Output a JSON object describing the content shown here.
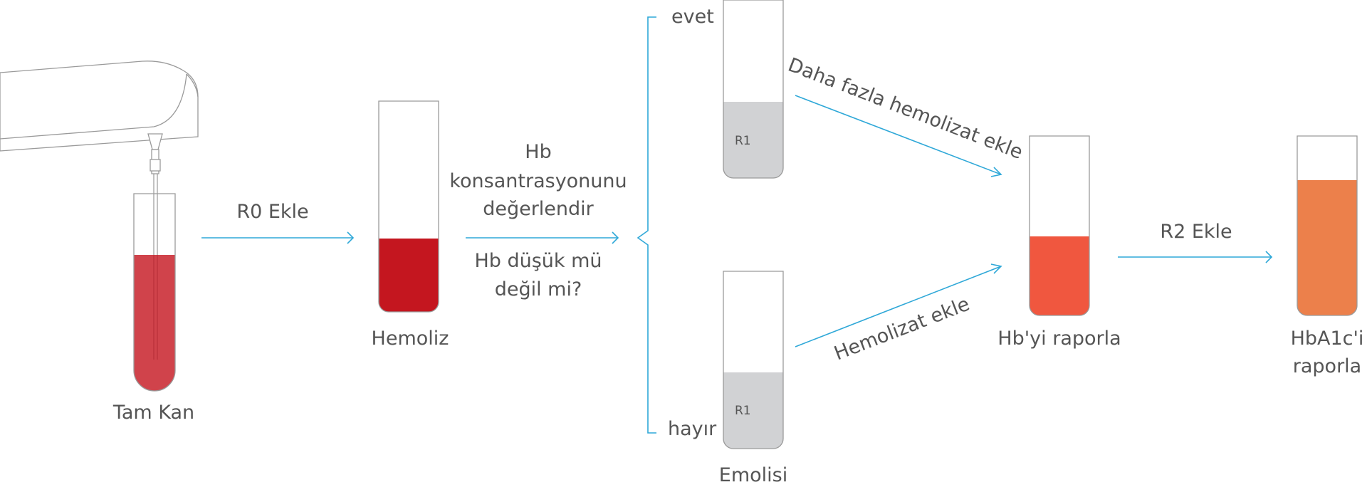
{
  "diagram": {
    "steps": {
      "whole_blood": "Tam Kan",
      "add_r0": "R0 Ekle",
      "hemolysis": "Hemoliz",
      "evaluate_line1": "Hb",
      "evaluate_line2": "konsantrasyonunu",
      "evaluate_line3": "değerlendir",
      "question_line1": "Hb düşük mü",
      "question_line2": "değil mi?",
      "yes": "evet",
      "no": "hayır",
      "tube_r1_top": "R1",
      "tube_r1_bottom": "R1",
      "hemolysate_caption": "Emolisi",
      "add_more_hemolysate": "Daha fazla hemolizat ekle",
      "add_hemolysate": "Hemolizat ekle",
      "report_hb": "Hb'yi raporla",
      "add_r2": "R2 Ekle",
      "report_hba1c_line1": "HbA1c'i",
      "report_hba1c_line2": "raporla"
    },
    "colors": {
      "arrow": "#2fa8d8",
      "blood": "#d0434b",
      "hemolysate": "#c4161f",
      "reagent_r1": "#d1d2d4",
      "hb_report": "#f0573f",
      "hba1c": "#ec804b",
      "outline": "#9a9a9a",
      "text": "#555555"
    }
  }
}
